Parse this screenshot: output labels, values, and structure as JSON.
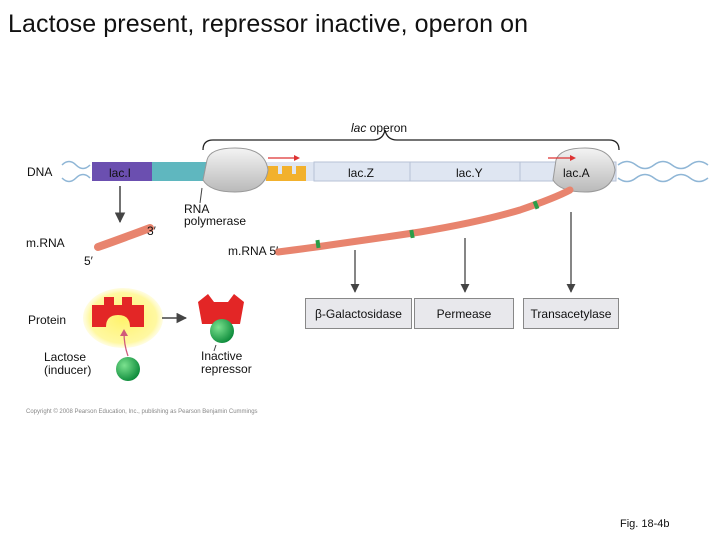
{
  "title": "Lactose present, repressor inactive, operon on",
  "operon_label_italic": "lac",
  "operon_label_rest": " operon",
  "dna_label": "DNA",
  "mrna_label": "m.RNA",
  "protein_label": "Protein",
  "genes": {
    "lacI": "lac.I",
    "lacZ": "lac.Z",
    "lacY": "lac.Y",
    "lacA": "lac.A"
  },
  "three_prime": "3′",
  "five_prime": "5′",
  "rna_polymerase_label": "RNA\npolymerase",
  "mrna5_label": "m.RNA 5′",
  "products": {
    "z": "β-Galactosidase",
    "y": "Permease",
    "a": "Transacetylase"
  },
  "lactose_label": "Lactose\n(inducer)",
  "inactive_repressor_label": "Inactive\nrepressor",
  "copyright": "Copyright © 2008 Pearson Education, Inc., publishing as Pearson Benjamin Cummings",
  "fig_label": "Fig. 18-4b",
  "colors": {
    "lacI_box": "#6b4fb0",
    "regulatory_region": "#5fb7bf",
    "gene_region": "#dfe6f2",
    "mrna": "#e8846e",
    "repressor": "#e32626",
    "inducer": "#1aa048",
    "arrow": "#444444"
  }
}
